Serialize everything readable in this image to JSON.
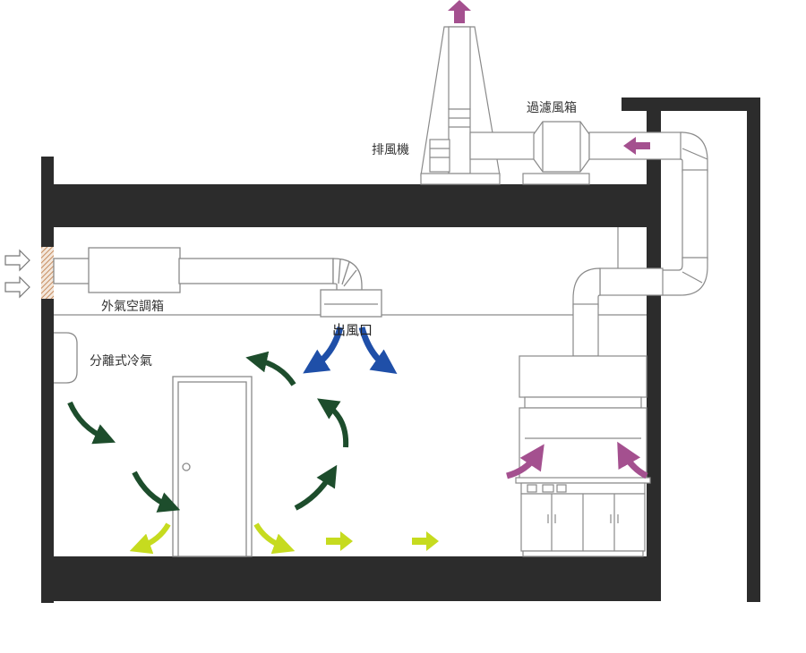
{
  "labels": {
    "exhaust_fan": "排風機",
    "filter_box": "過濾風箱",
    "outdoor_ac_box": "外氣空調箱",
    "air_outlet": "出風口",
    "split_ac": "分離式冷氣"
  },
  "colors": {
    "wall": "#2c2c2c",
    "duct_stroke": "#8a8a8a",
    "exhaust_arrow": "#a4508f",
    "supply_arrow": "#1f4fa8",
    "circulation_arrow": "#1d4d2c",
    "floor_arrow": "#c6db1f",
    "intake_arrow": "#777777"
  }
}
